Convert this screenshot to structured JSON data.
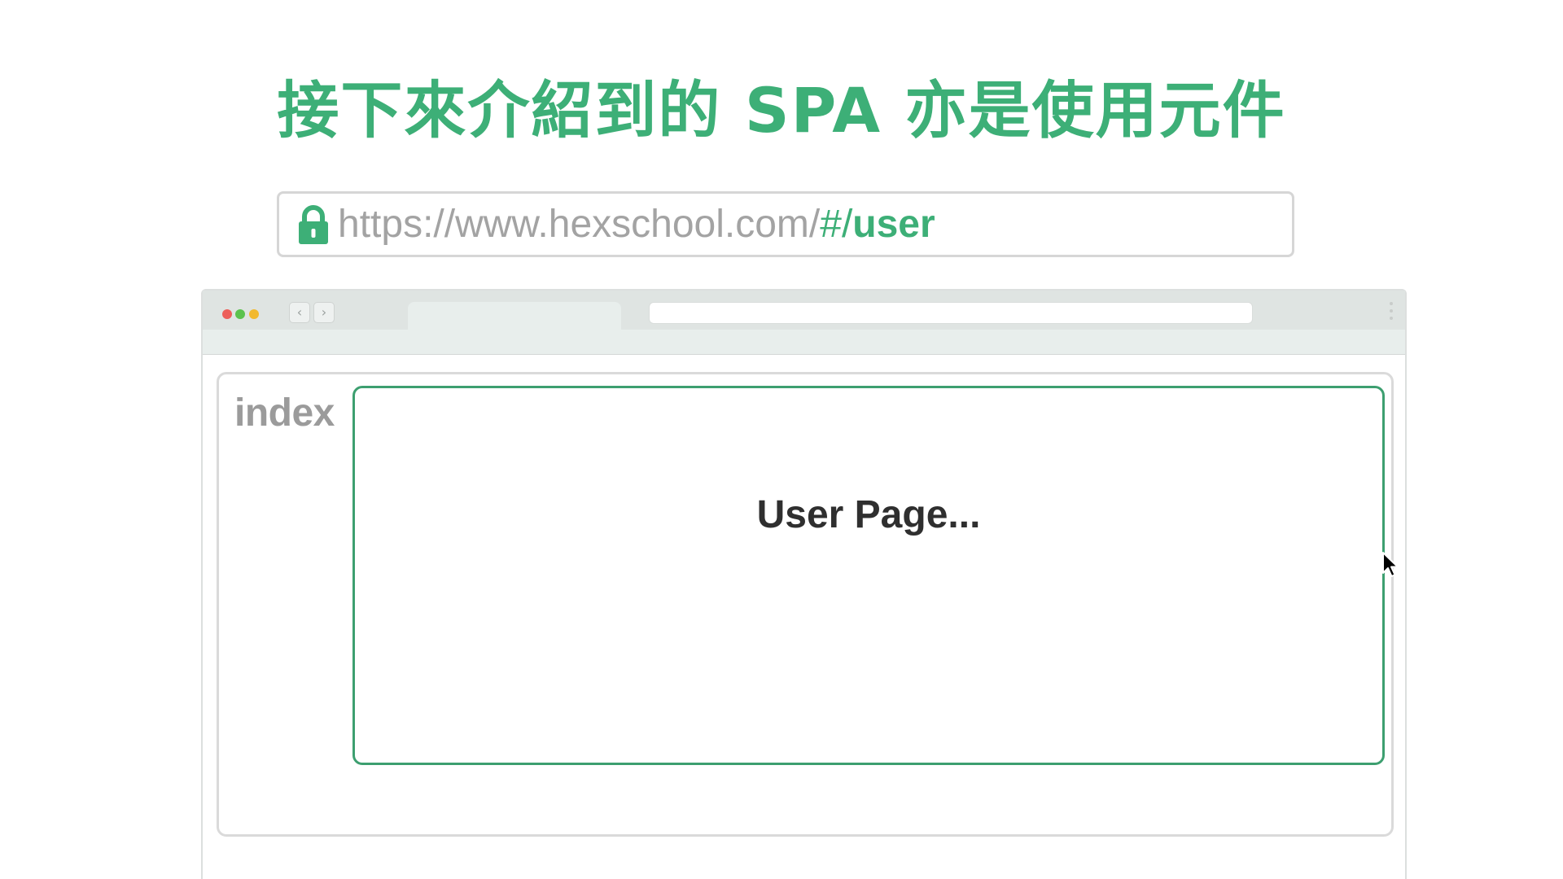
{
  "slide": {
    "title": "接下來介紹到的 SPA 亦是使用元件"
  },
  "url_bar": {
    "base": "https://www.hexschool.com/",
    "hash": "#/",
    "path": "user",
    "lock_icon": "lock-icon",
    "lock_color": "#3daf77"
  },
  "browser": {
    "nav_back_glyph": "‹",
    "nav_forward_glyph": "›",
    "traffic_light_colors": [
      "#ed5f5a",
      "#5bc24e",
      "#f2b92f"
    ]
  },
  "page": {
    "index_label": "index",
    "view_text": "User Page..."
  },
  "colors": {
    "accent": "#3daf77",
    "view_border": "#3d9f70",
    "muted_text": "#9b9b9b"
  },
  "icons": {
    "cursor": "mouse-pointer-icon",
    "menu": "more-vertical-icon"
  }
}
